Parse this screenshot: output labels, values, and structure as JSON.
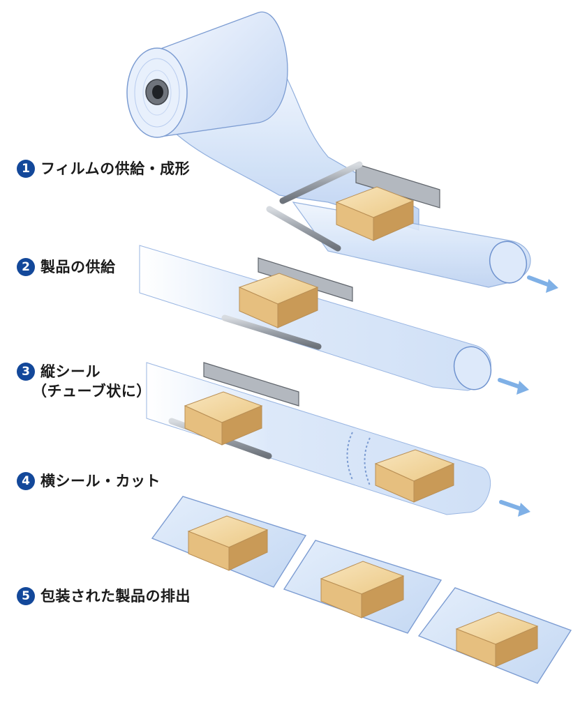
{
  "steps": [
    {
      "number": "1",
      "lines": [
        "フィルムの供給・成形"
      ]
    },
    {
      "number": "2",
      "lines": [
        "製品の供給"
      ]
    },
    {
      "number": "3",
      "lines": [
        "縦シール",
        "（チューブ状に）"
      ]
    },
    {
      "number": "4",
      "lines": [
        "横シール・カット"
      ]
    },
    {
      "number": "5",
      "lines": [
        "包装された製品の排出"
      ]
    }
  ],
  "colors": {
    "badge": "#13489a",
    "film": "#cfe0f7",
    "film_edge": "#6f93cf",
    "product": "#f1d39c",
    "product_side": "#c99a57",
    "roller": "#9aa0a8",
    "arrow": "#7fb0e6"
  }
}
